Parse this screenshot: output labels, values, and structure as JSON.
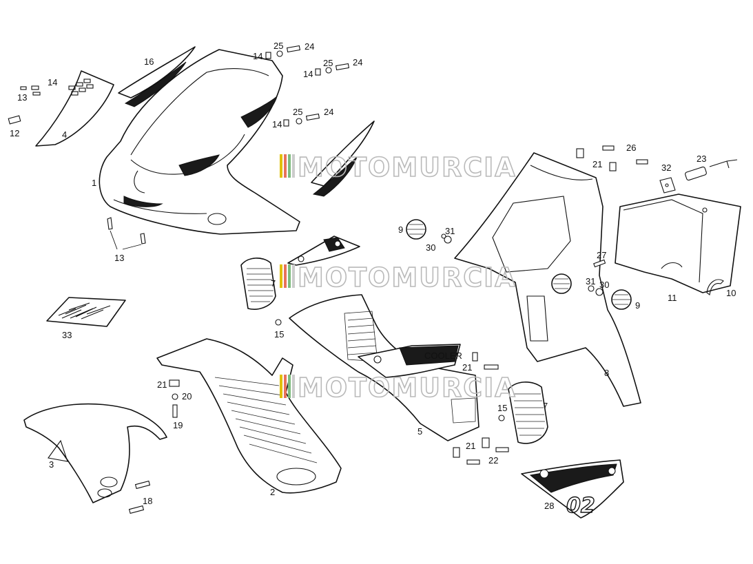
{
  "watermark": {
    "text": "MOTOMURCIA",
    "stripe_colors": [
      "#e0c000",
      "#e8735a",
      "#7dbb7d",
      "#cccccc"
    ]
  },
  "decal_text": {
    "cooler": "COOLER",
    "model": "02"
  },
  "callouts": [
    "1",
    "2",
    "3",
    "4",
    "5",
    "7",
    "7",
    "8",
    "9",
    "9",
    "10",
    "11",
    "12",
    "13",
    "13",
    "14",
    "14",
    "14",
    "14",
    "15",
    "15",
    "16",
    "18",
    "19",
    "20",
    "21",
    "21",
    "21",
    "21",
    "22",
    "23",
    "24",
    "24",
    "24",
    "25",
    "25",
    "25",
    "26",
    "27",
    "28",
    "30",
    "30",
    "31",
    "31",
    "32",
    "33"
  ]
}
